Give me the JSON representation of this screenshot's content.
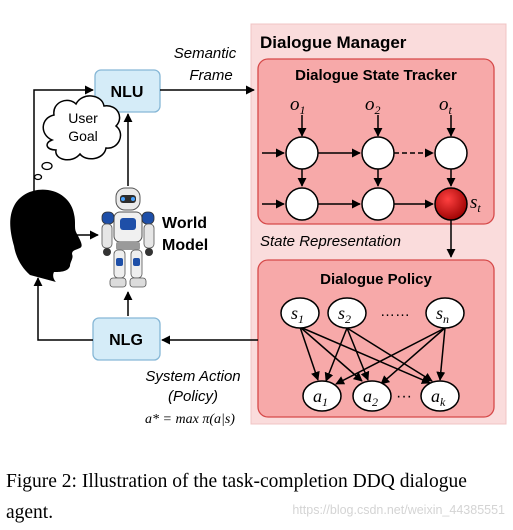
{
  "colors": {
    "manager_fill": "#fadcdc",
    "inner_fill": "#f7a9a9",
    "inner_stroke": "#d64a4a",
    "module_fill": "#d5ecf8",
    "module_stroke": "#86b7d6",
    "active_node": "#c00000",
    "caption_text": "#000000",
    "watermark_text": "#d4d4d4"
  },
  "icons": {
    "user": "user-head-silhouette",
    "robot": "humanoid-robot",
    "goal": "thought-cloud"
  },
  "diagram": {
    "manager_title": "Dialogue Manager",
    "tracker_title": "Dialogue State Tracker",
    "policy_title": "Dialogue Policy",
    "nlu_label": "NLU",
    "nlg_label": "NLG",
    "semantic_frame_line1": "Semantic",
    "semantic_frame_line2": "Frame",
    "user_goal_line1": "User",
    "user_goal_line2": "Goal",
    "world_model_line1": "World",
    "world_model_line2": "Model",
    "state_representation": "State Representation",
    "system_action_line1": "System Action",
    "system_action_line2": "(Policy)",
    "system_action_formula": "a* = max π(a|s)",
    "observations": [
      "o",
      "o",
      "o"
    ],
    "observation_subscripts": [
      "1",
      "2",
      "t"
    ],
    "state_label": "s",
    "state_subscript": "t",
    "policy_states": [
      "s",
      "s",
      "s"
    ],
    "policy_state_subscripts": [
      "1",
      "2",
      "n"
    ],
    "policy_dots": "……",
    "actions": [
      "a",
      "a",
      "a"
    ],
    "action_subscripts": [
      "1",
      "2",
      "k"
    ],
    "action_dots": "···"
  },
  "caption": {
    "text": "Figure 2: Illustration of the task-completion DDQ dialogue agent."
  },
  "watermark": "https://blog.csdn.net/weixin_44385551"
}
